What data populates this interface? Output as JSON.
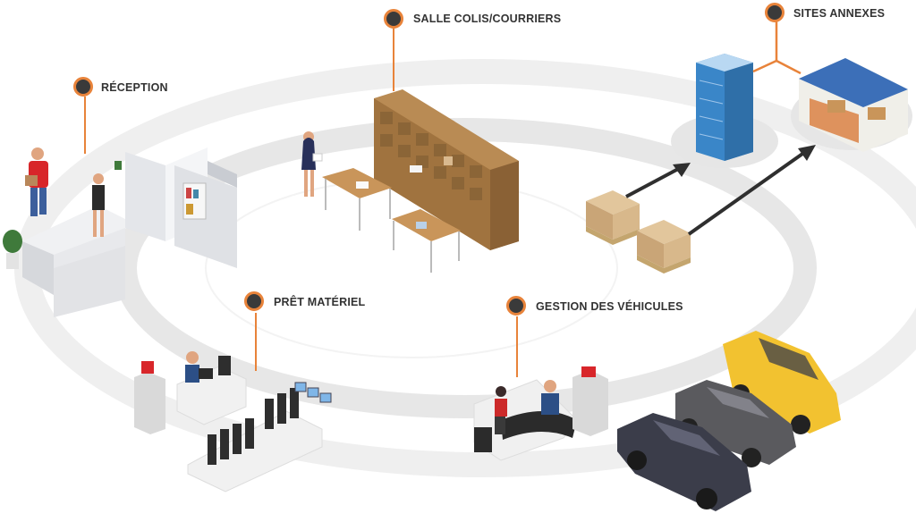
{
  "labels": {
    "reception": "RÉCEPTION",
    "salle_colis": "SALLE COLIS/COURRIERS",
    "sites_annexes": "SITES ANNEXES",
    "pret_materiel": "PRÊT MATÉRIEL",
    "gestion_vehicules": "GESTION DES VÉHICULES"
  },
  "colors": {
    "accent": "#e8833a",
    "pin": "#3a3a3a",
    "ring": "#e9e9e9",
    "furniture_wood": "#a87a45",
    "car_yellow": "#f2c230",
    "car_grey": "#5a5a5e",
    "car_dark": "#3b3d4a"
  },
  "icons": [
    "reception-desk",
    "parcel-shelves",
    "office-tower",
    "warehouse",
    "pallet-boxes",
    "computer-workstation",
    "vehicles-desk",
    "cars"
  ]
}
